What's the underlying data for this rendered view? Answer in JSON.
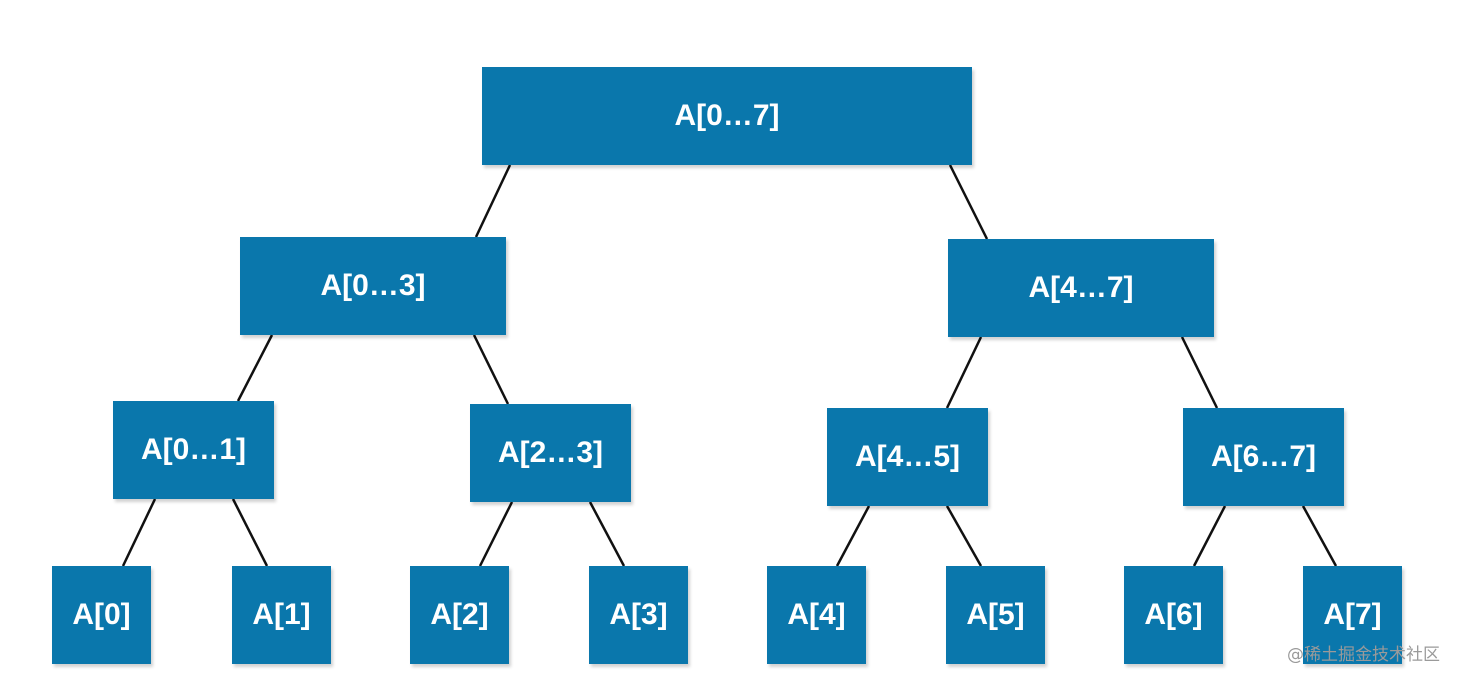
{
  "tree": {
    "nodes": [
      {
        "id": "n07",
        "label": "A[0…7]"
      },
      {
        "id": "n03",
        "label": "A[0…3]"
      },
      {
        "id": "n47",
        "label": "A[4…7]"
      },
      {
        "id": "n01",
        "label": "A[0…1]"
      },
      {
        "id": "n23",
        "label": "A[2…3]"
      },
      {
        "id": "n45",
        "label": "A[4…5]"
      },
      {
        "id": "n67",
        "label": "A[6…7]"
      },
      {
        "id": "n0",
        "label": "A[0]"
      },
      {
        "id": "n1",
        "label": "A[1]"
      },
      {
        "id": "n2",
        "label": "A[2]"
      },
      {
        "id": "n3",
        "label": "A[3]"
      },
      {
        "id": "n4",
        "label": "A[4]"
      },
      {
        "id": "n5",
        "label": "A[5]"
      },
      {
        "id": "n6",
        "label": "A[6]"
      },
      {
        "id": "n7",
        "label": "A[7]"
      }
    ],
    "edges": [
      [
        "n07",
        "n03"
      ],
      [
        "n07",
        "n47"
      ],
      [
        "n03",
        "n01"
      ],
      [
        "n03",
        "n23"
      ],
      [
        "n47",
        "n45"
      ],
      [
        "n47",
        "n67"
      ],
      [
        "n01",
        "n0"
      ],
      [
        "n01",
        "n1"
      ],
      [
        "n23",
        "n2"
      ],
      [
        "n23",
        "n3"
      ],
      [
        "n45",
        "n4"
      ],
      [
        "n45",
        "n5"
      ],
      [
        "n67",
        "n6"
      ],
      [
        "n67",
        "n7"
      ]
    ],
    "node_color": "#0a77ac",
    "text_color": "#ffffff",
    "edge_color": "#111111"
  },
  "watermark": "@稀土掘金技术社区"
}
